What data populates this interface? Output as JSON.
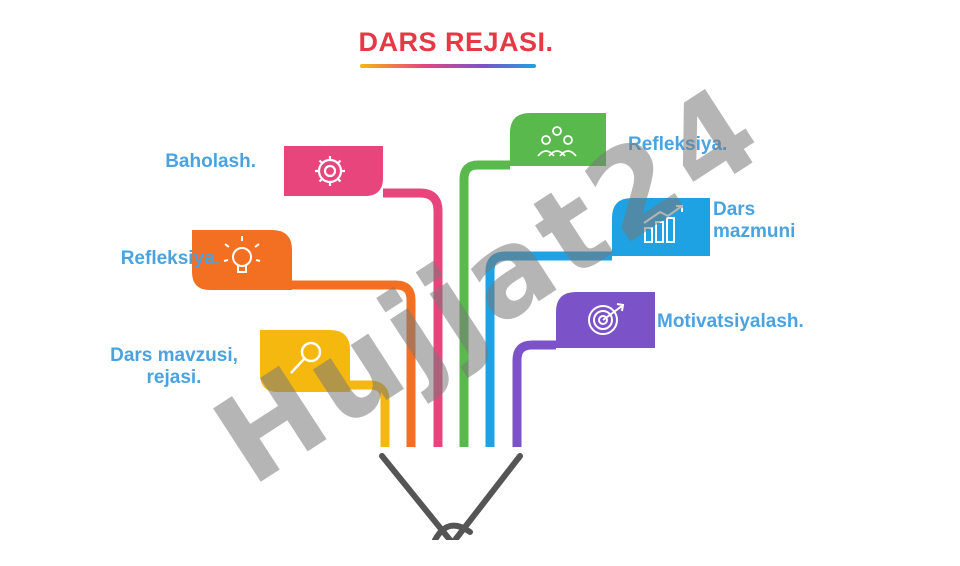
{
  "title": "DARS REJASI.",
  "title_color": "#e53945",
  "label_color": "#4aa3e0",
  "watermark": "Hujjat24",
  "steps": [
    {
      "label": "Baholash.",
      "icon": "gear-icon",
      "color": "#e8457c"
    },
    {
      "label": "Refleksiya.",
      "icon": "lightbulb-icon",
      "color": "#f37022"
    },
    {
      "label": "Dars mavzusi, rejasi.",
      "icon": "magnifier-icon",
      "color": "#f5b80e"
    },
    {
      "label": "Refleksiya.",
      "icon": "people-group-icon",
      "color": "#59b94d"
    },
    {
      "label": "Dars mazmuni",
      "icon": "growth-chart-icon",
      "color": "#1ea2e3"
    },
    {
      "label": "Motivatsiyalash.",
      "icon": "target-icon",
      "color": "#7c52c9"
    }
  ]
}
